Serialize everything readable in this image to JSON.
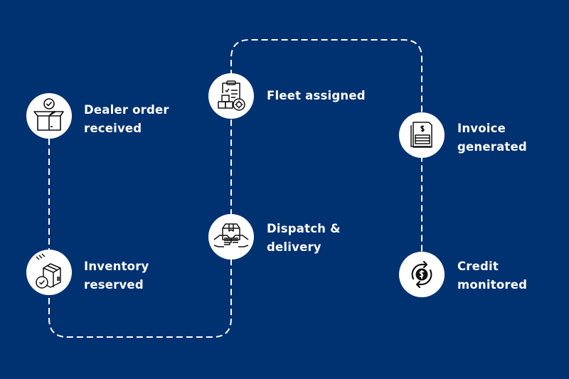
{
  "diagram": {
    "type": "process-flow",
    "colors": {
      "background": "#003170",
      "connector": "#ffffff",
      "node_fill": "#ffffff",
      "icon": "#111111",
      "label": "#ffffff"
    },
    "steps": [
      {
        "id": 1,
        "label_line1": "Dealer order",
        "label_line2": "received",
        "icon": "open-box-check-icon"
      },
      {
        "id": 2,
        "label_line1": "Inventory",
        "label_line2": "reserved",
        "icon": "boxes-check-icon"
      },
      {
        "id": 3,
        "label_line1": "Dispatch &",
        "label_line2": "delivery",
        "icon": "hands-box-icon"
      },
      {
        "id": 4,
        "label_line1": "Fleet assigned",
        "label_line2": "",
        "icon": "clipboard-boxes-gear-icon"
      },
      {
        "id": 5,
        "label_line1": "Invoice",
        "label_line2": "generated",
        "icon": "invoice-dollar-icon"
      },
      {
        "id": 6,
        "label_line1": "Credit",
        "label_line2": "monitored",
        "icon": "dollar-cycle-icon"
      }
    ],
    "connector_style": "dashed"
  }
}
